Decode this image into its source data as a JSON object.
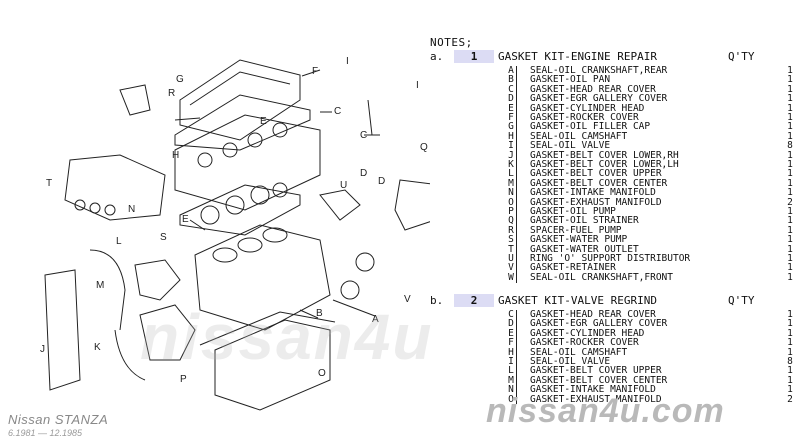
{
  "brand": {
    "model": "Nissan STANZA",
    "dates": "6.1981 — 12.1985"
  },
  "watermark": "nissan4u",
  "site_logo": "nissan4u.com",
  "diagram": {
    "callouts": [
      "G",
      "F",
      "I",
      "I",
      "R",
      "E",
      "C",
      "H",
      "C",
      "D",
      "U",
      "O",
      "T",
      "N",
      "E",
      "D",
      "S",
      "L",
      "M",
      "K",
      "J",
      "P",
      "O",
      "B",
      "A",
      "V",
      "Q"
    ]
  },
  "notes": {
    "title": "NOTES;",
    "kits": [
      {
        "index": "a.",
        "number": "1",
        "title": "GASKET KIT-ENGINE REPAIR",
        "qty_header": "Q'TY",
        "items": [
          {
            "code": "A",
            "desc": "SEAL-OIL CRANKSHAFT,REAR",
            "qty": "1"
          },
          {
            "code": "B",
            "desc": "GASKET-OIL PAN",
            "qty": "1"
          },
          {
            "code": "C",
            "desc": "GASKET-HEAD REAR COVER",
            "qty": "1"
          },
          {
            "code": "D",
            "desc": "GASKET-EGR GALLERY COVER",
            "qty": "1"
          },
          {
            "code": "E",
            "desc": "GASKET-CYLINDER HEAD",
            "qty": "1"
          },
          {
            "code": "F",
            "desc": "GASKET-ROCKER COVER",
            "qty": "1"
          },
          {
            "code": "G",
            "desc": "GASKET-OIL FILLER CAP",
            "qty": "1"
          },
          {
            "code": "H",
            "desc": "SEAL-OIL CAMSHAFT",
            "qty": "1"
          },
          {
            "code": "I",
            "desc": "SEAL-OIL VALVE",
            "qty": "8"
          },
          {
            "code": "J",
            "desc": "GASKET-BELT COVER LOWER,RH",
            "qty": "1"
          },
          {
            "code": "K",
            "desc": "GASKET-BELT COVER LOWER,LH",
            "qty": "1"
          },
          {
            "code": "L",
            "desc": "GASKET-BELT COVER UPPER",
            "qty": "1"
          },
          {
            "code": "M",
            "desc": "GASKET-BELT COVER CENTER",
            "qty": "1"
          },
          {
            "code": "N",
            "desc": "GASKET-INTAKE MANIFOLD",
            "qty": "1"
          },
          {
            "code": "O",
            "desc": "GASKET-EXHAUST MANIFOLD",
            "qty": "2"
          },
          {
            "code": "P",
            "desc": "GASKET-OIL PUMP",
            "qty": "1"
          },
          {
            "code": "Q",
            "desc": "GASKET-OIL STRAINER",
            "qty": "1"
          },
          {
            "code": "R",
            "desc": "SPACER-FUEL PUMP",
            "qty": "1"
          },
          {
            "code": "S",
            "desc": "GASKET-WATER PUMP",
            "qty": "1"
          },
          {
            "code": "T",
            "desc": "GASKET-WATER OUTLET",
            "qty": "1"
          },
          {
            "code": "U",
            "desc": "RING 'O' SUPPORT DISTRIBUTOR",
            "qty": "1"
          },
          {
            "code": "V",
            "desc": "GASKET-RETAINER",
            "qty": "1"
          },
          {
            "code": "W",
            "desc": "SEAL-OIL CRANKSHAFT,FRONT",
            "qty": "1"
          }
        ]
      },
      {
        "index": "b.",
        "number": "2",
        "title": "GASKET KIT-VALVE REGRIND",
        "qty_header": "Q'TY",
        "items": [
          {
            "code": "C",
            "desc": "GASKET-HEAD REAR COVER",
            "qty": "1"
          },
          {
            "code": "D",
            "desc": "GASKET-EGR GALLERY COVER",
            "qty": "1"
          },
          {
            "code": "E",
            "desc": "GASKET-CYLINDER HEAD",
            "qty": "1"
          },
          {
            "code": "F",
            "desc": "GASKET-ROCKER COVER",
            "qty": "1"
          },
          {
            "code": "H",
            "desc": "SEAL-OIL CAMSHAFT",
            "qty": "1"
          },
          {
            "code": "I",
            "desc": "SEAL-OIL VALVE",
            "qty": "8"
          },
          {
            "code": "L",
            "desc": "GASKET-BELT COVER UPPER",
            "qty": "1"
          },
          {
            "code": "M",
            "desc": "GASKET-BELT COVER CENTER",
            "qty": "1"
          },
          {
            "code": "N",
            "desc": "GASKET-INTAKE MANIFOLD",
            "qty": "1"
          },
          {
            "code": "O",
            "desc": "GASKET-EXHAUST MANIFOLD",
            "qty": "2"
          }
        ]
      }
    ]
  },
  "colors": {
    "highlight": "#dcdcf4",
    "logo": "#b9b9b9",
    "ink": "#111111"
  }
}
